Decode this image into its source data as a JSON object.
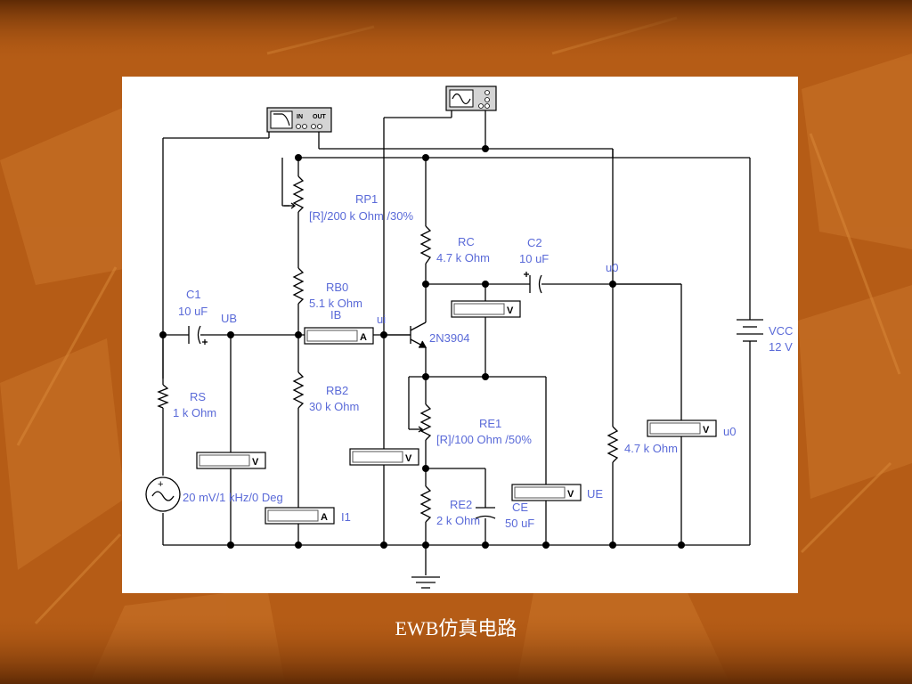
{
  "slide": {
    "caption": "EWB仿真电路",
    "colors": {
      "background": "#b35a14",
      "panel": "#ffffff",
      "label": "#5a6ad8",
      "wire": "#000000"
    }
  },
  "instruments": {
    "bode_plotter": {
      "in_label": "IN",
      "out_label": "OUT",
      "icon": "bode-plotter-icon"
    },
    "oscilloscope": {
      "icon": "oscilloscope-icon"
    }
  },
  "components": {
    "rp1": {
      "name": "RP1",
      "value": "[R]/200 k Ohm /30%"
    },
    "rc": {
      "name": "RC",
      "value": "4.7 k Ohm"
    },
    "c2": {
      "name": "C2",
      "value": "10 uF"
    },
    "rb0": {
      "name": "RB0",
      "value": "5.1 k Ohm"
    },
    "c1": {
      "name": "C1",
      "value": "10 uF"
    },
    "rb2": {
      "name": "RB2",
      "value": "30 k Ohm"
    },
    "rs": {
      "name": "RS",
      "value": "1 k Ohm"
    },
    "source": {
      "value": "20 mV/1 kHz/0 Deg"
    },
    "transistor": {
      "name": "2N3904"
    },
    "re1": {
      "name": "RE1",
      "value": "[R]/100  Ohm /50%"
    },
    "re2": {
      "name": "RE2",
      "value": "2 k Ohm"
    },
    "ce": {
      "name": "CE",
      "value": "50 uF"
    },
    "rl": {
      "value": "4.7 k Ohm"
    },
    "vcc": {
      "name": "VCC",
      "value": "12 V"
    }
  },
  "nodes": {
    "ub": "UB",
    "ui": "ui",
    "u0_top": "u0"
  },
  "meters": {
    "ib": {
      "type": "A",
      "label": "IB"
    },
    "i1": {
      "type": "A",
      "label": "I1"
    },
    "vub": {
      "type": "V"
    },
    "vui": {
      "type": "V"
    },
    "vc": {
      "type": "V"
    },
    "ve": {
      "type": "V",
      "label": "UE"
    },
    "vout": {
      "type": "V",
      "label": "u0"
    }
  }
}
